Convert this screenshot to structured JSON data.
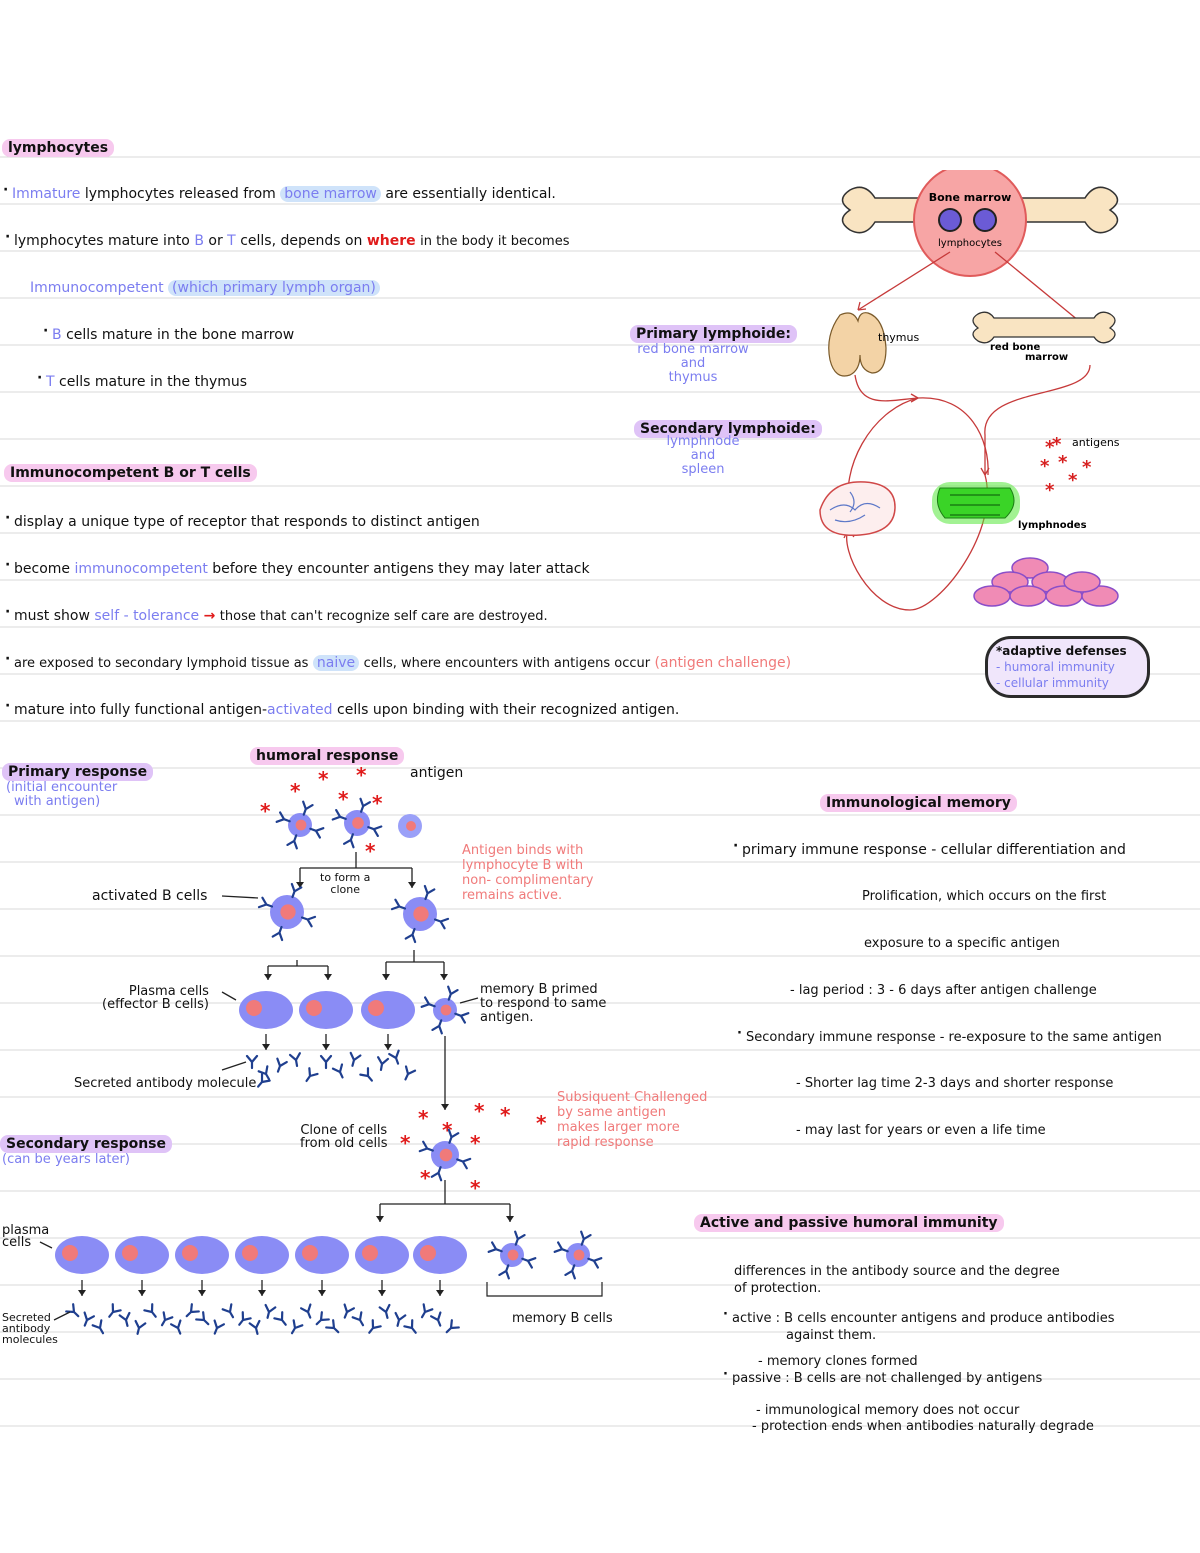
{
  "lymphocytes": {
    "heading": "lymphocytes",
    "line1": {
      "w1": "Immature",
      "w2": "lymphocytes released from",
      "w3": "bone marrow",
      "w4": "are essentially identical."
    },
    "line2": {
      "w1": "lymphocytes mature into",
      "w2": "B",
      "w3": "or",
      "w4": "T",
      "w5": "cells, depends on",
      "w6": "where",
      "w7": "in the body it becomes"
    },
    "line3": {
      "w1": "Immunocompetent",
      "w2": "(which primary lymph organ)"
    },
    "line4": {
      "w1": "B",
      "w2": "cells mature in the bone marrow"
    },
    "line5": {
      "w1": "T",
      "w2": "cells mature in the thymus"
    }
  },
  "organs": {
    "primary_label": "Primary lymphoide:",
    "primary_sub": [
      "red bone marrow",
      "and",
      "thymus"
    ],
    "secondary_label": "Secondary lymphoide:",
    "secondary_sub": [
      "lymphnode",
      "and",
      "spleen"
    ],
    "bone_marrow": "Bone marrow",
    "lymphocytes": "lymphocytes",
    "thymus": "thymus",
    "red_bone_marrow": [
      "red bone",
      "marrow"
    ],
    "antigens": "antigens",
    "lymphnodes": "lymphnodes"
  },
  "adaptive": {
    "title": "adaptive defenses",
    "items": [
      "humoral immunity",
      "cellular immunity"
    ]
  },
  "immunocompetent": {
    "heading": "Immunocompetent B or T cells",
    "b1": "display a unique type of receptor that responds to distinct antigen",
    "b2": {
      "w1": "become",
      "w2": "immunocompetent",
      "w3": "before they encounter antigens they may later attack"
    },
    "b3": {
      "w1": "must show",
      "w2": "self - tolerance",
      "w3": "those that can't recognize self care are destroyed."
    },
    "b4": {
      "w1": "are exposed to secondary lymphoid tissue as",
      "w2": "naive",
      "w3": "cells, where encounters with antigens occur",
      "w4": "(antigen challenge)"
    },
    "b5": {
      "w1": "mature into fully functional antigen-",
      "w2": "activated",
      "w3": "cells upon binding with their recognized antigen."
    }
  },
  "humoral": {
    "title": "humoral response",
    "primary_label": "Primary response",
    "primary_sub": [
      "(initial encounter",
      "with antigen)"
    ],
    "antigen": "antigen",
    "binds_note": [
      "Antigen binds with",
      "lymphocyte B with",
      "non- complimentary",
      "remains active."
    ],
    "to_form": [
      "to form a",
      "clone"
    ],
    "activated": "activated B cells",
    "plasma": [
      "Plasma cells",
      "(effector B cells)"
    ],
    "memory_primed": [
      "memory B primed",
      "to respond to same",
      "antigen."
    ],
    "secreted": "Secreted antibody molecule",
    "subsequent": [
      "Subsiquent Challenged",
      "by same antigen",
      "makes larger more",
      "rapid response"
    ],
    "clone_old": [
      "Clone of cells",
      "from old cells"
    ],
    "secondary_label": "Secondary response",
    "secondary_sub": "(can be years later)",
    "plasma2": [
      "plasma",
      "cells"
    ],
    "secreted2": [
      "Secreted",
      "antibody",
      "molecules"
    ],
    "memory_cells": "memory B cells"
  },
  "memory": {
    "heading": "Immunological memory",
    "p1a": "primary immune response - cellular differentiation and",
    "p1b": "Prolification, which occurs on the first",
    "p1c": "exposure to a specific antigen",
    "p2": "lag period : 3 - 6 days after antigen challenge",
    "p3": "Secondary immune response - re-exposure to the same antigen",
    "p4": "Shorter lag time 2-3 days and shorter response",
    "p5": "may last for years or even a life time"
  },
  "active_passive": {
    "heading": "Active and passive humoral immunity",
    "d1": [
      "differences in the antibody source and the degree",
      "of protection."
    ],
    "d2": [
      "active : B cells encounter antigens and produce antibodies",
      "against them."
    ],
    "d3": "- memory clones formed",
    "d4": "passive : B cells are not challenged by antigens",
    "d5": "- immunological memory does not occur",
    "d6": "- protection ends when antibodies naturally degrade"
  },
  "colors": {
    "pink_highlight": "#f7c9ee",
    "purple_highlight": "#dfc3f7",
    "purple_ink": "#7b7df0",
    "salmon_ink": "#f07a7a",
    "red_ink": "#e01b1b",
    "cell_fill": "#8a8cf5",
    "nucleus": "#f07a7a",
    "antibody": "#1f3f8f"
  }
}
